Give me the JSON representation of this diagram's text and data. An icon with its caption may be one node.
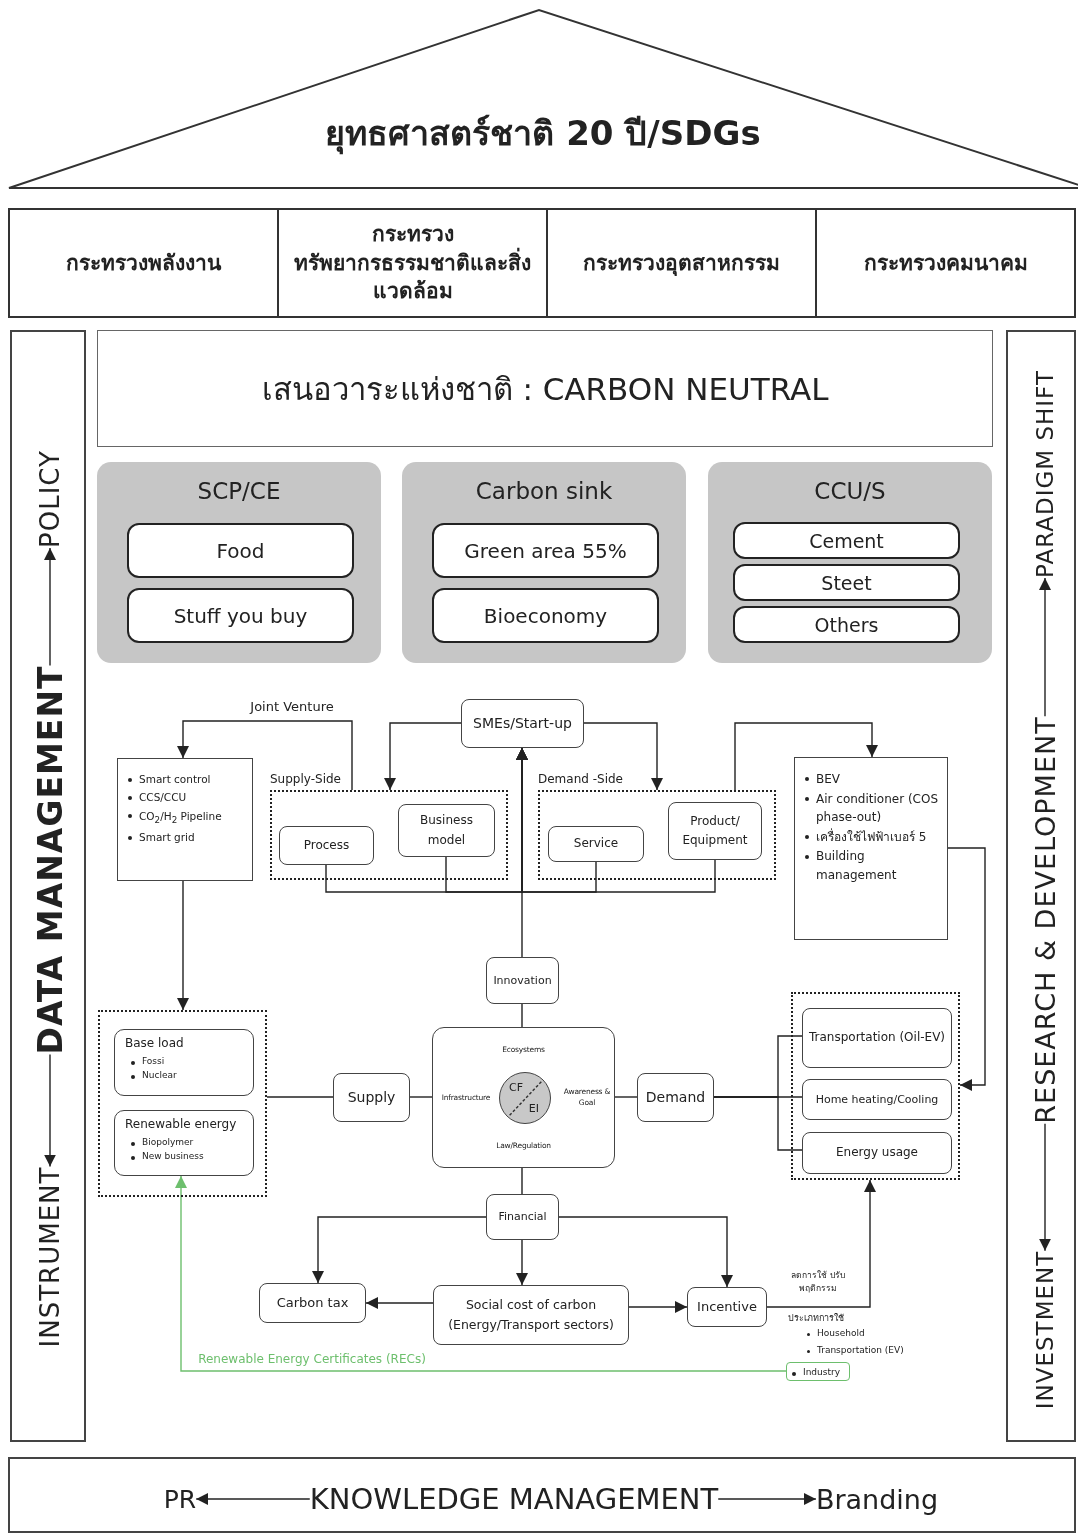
{
  "diagram": {
    "nodes": [
      {
        "text": [
          "ยุทธศาสตร์ชาติ 20 ปี/SDGs"
        ]
      },
      {
        "text": [
          "กระทรวงพลังงาน"
        ]
      },
      {
        "text": [
          "กระทรวงทรัพยากรธรรมชาติและสิ่งแวดล้อม"
        ]
      },
      {
        "text": [
          "กระทรวงอุตสาหกรรม"
        ]
      },
      {
        "text": [
          "กระทรวงคมนาคม"
        ]
      },
      {
        "text": [],
        "shape": "box"
      },
      {
        "text": [
          "POLICY"
        ],
        "in": 5
      },
      {
        "text": [
          "DATA MANAGEMENT"
        ],
        "in": 5
      },
      {
        "text": [
          "INSTRUMENT"
        ],
        "in": 5
      },
      {
        "text": [],
        "shape": "box"
      },
      {
        "text": [
          "PARADIGM SHIFT"
        ],
        "in": 9
      },
      {
        "text": [
          "RESEARCH & DEVELOPMENT"
        ],
        "in": 9
      },
      {
        "text": [
          "INVESTMENT"
        ],
        "in": 9
      },
      {
        "text": [
          "เสนอวาระแห่งชาติ : CARBON NEUTRAL"
        ]
      },
      {
        "text": [
          "SCP/CE"
        ]
      },
      {
        "text": [
          "Food"
        ],
        "in": 14
      },
      {
        "text": [
          "Stuff you buy"
        ],
        "in": 14
      },
      {
        "text": [
          "Carbon sink"
        ]
      },
      {
        "text": [
          "Green area 55%"
        ],
        "in": 17
      },
      {
        "text": [
          "Bioeconomy"
        ],
        "in": 17
      },
      {
        "text": [
          "CCU/S"
        ]
      },
      {
        "text": [
          "Cement"
        ],
        "in": 20
      },
      {
        "text": [
          "Steet"
        ],
        "in": 20
      },
      {
        "text": [
          "Others"
        ],
        "in": 20
      },
      {
        "text": [
          "SMEs/Start-up"
        ]
      },
      {
        "text": [
          "Smart control",
          "CCS/CCU",
          "CO$_{2}$/H$_{2}$ Pipeline",
          "Smart grid"
        ]
      },
      {
        "text": [
          "Supply-Side"
        ]
      },
      {
        "text": [
          "Process"
        ],
        "in": 26
      },
      {
        "text": [
          "Business model"
        ],
        "in": 26
      },
      {
        "text": [
          "Demand -Side"
        ]
      },
      {
        "text": [
          "Service"
        ],
        "in": 29
      },
      {
        "text": [
          "Product/ Equipment"
        ],
        "in": 29
      },
      {
        "text": [
          "BEV",
          "Air conditioner (COS phase-out)",
          "เครื่องใช้ไฟฟ้าเบอร์ 5",
          "Building management"
        ]
      },
      {
        "text": [
          "Innovation"
        ]
      },
      {
        "text": [],
        "shape": "box"
      },
      {
        "text": [
          "Base load",
          "Fossi",
          "Nuclear"
        ],
        "in": 34
      },
      {
        "text": [
          "Renewable energy",
          "Biopolymer",
          "New business"
        ],
        "in": 34
      },
      {
        "text": [
          "Supply"
        ]
      },
      {
        "text": [
          "Ecosystems",
          "Infrastructure",
          "Awareness & Goal",
          "Law/Regulation"
        ]
      },
      {
        "text": [
          "CF",
          "EI"
        ],
        "in": 38
      },
      {
        "text": [
          "Demand"
        ]
      },
      {
        "text": [],
        "shape": "box"
      },
      {
        "text": [
          "Transportation (Oil-EV)"
        ],
        "in": 41
      },
      {
        "text": [
          "Home heating/Cooling"
        ],
        "in": 41
      },
      {
        "text": [
          "Energy usage"
        ],
        "in": 41
      },
      {
        "text": [
          "Financial"
        ]
      },
      {
        "text": [
          "Carbon tax"
        ]
      },
      {
        "text": [
          "Social cost of carbon (Energy/Transport sectors)"
        ]
      },
      {
        "text": [
          "Incentive"
        ]
      },
      {
        "text": [
          "Industry"
        ]
      },
      {
        "text": [],
        "shape": "box"
      },
      {
        "text": [
          "PR"
        ],
        "in": 50
      },
      {
        "text": [
          "KNOWLEDGE MANAGEMENT"
        ],
        "in": 50
      },
      {
        "text": [
          "Branding"
        ],
        "in": 50
      }
    ],
    "edges": [
      {
        "from": 7,
        "to": 6,
        "arrow": "to"
      },
      {
        "from": 7,
        "to": 8,
        "arrow": "to"
      },
      {
        "from": 11,
        "to": 10,
        "arrow": "to"
      },
      {
        "from": 11,
        "to": 12,
        "arrow": "to"
      },
      {
        "from": 52,
        "to": 51,
        "arrow": "to"
      },
      {
        "from": 52,
        "to": 53,
        "arrow": "to"
      },
      {
        "from": 26,
        "to": 25,
        "arrow": "to",
        "label": "Joint Venture"
      },
      {
        "from": 24,
        "to": 26,
        "arrow": "to"
      },
      {
        "from": 24,
        "to": 29,
        "arrow": "to"
      },
      {
        "from": 29,
        "to": 32,
        "arrow": "to"
      },
      {
        "from": 27,
        "to": 24,
        "arrow": "to"
      },
      {
        "from": 28,
        "to": 24,
        "arrow": "to"
      },
      {
        "from": 30,
        "to": 24,
        "arrow": "to"
      },
      {
        "from": 31,
        "to": 24,
        "arrow": "to"
      },
      {
        "from": 33,
        "to": 24,
        "arrow": "to"
      },
      {
        "from": 25,
        "to": 34,
        "arrow": "to"
      },
      {
        "from": 32,
        "to": 41,
        "arrow": "to"
      },
      {
        "from": 33,
        "to": 38,
        "arrow": "none"
      },
      {
        "from": 34,
        "to": 37,
        "arrow": "none"
      },
      {
        "from": 37,
        "to": 38,
        "arrow": "none"
      },
      {
        "from": 38,
        "to": 40,
        "arrow": "none"
      },
      {
        "from": 40,
        "to": 42,
        "arrow": "none"
      },
      {
        "from": 40,
        "to": 43,
        "arrow": "none"
      },
      {
        "from": 40,
        "to": 44,
        "arrow": "none"
      },
      {
        "from": 38,
        "to": 45,
        "arrow": "none"
      },
      {
        "from": 45,
        "to": 46,
        "arrow": "to"
      },
      {
        "from": 45,
        "to": 47,
        "arrow": "to"
      },
      {
        "from": 45,
        "to": 48,
        "arrow": "to"
      },
      {
        "from": 47,
        "to": 46,
        "arrow": "to"
      },
      {
        "from": 47,
        "to": 48,
        "arrow": "to"
      },
      {
        "from": 48,
        "to": 41,
        "arrow": "to",
        "label": "ลดการใช้ ปรับพฤติกรรม"
      },
      {
        "from": 49,
        "to": 36,
        "arrow": "to",
        "label": "Renewable Energy Certificates (RECs)",
        "color": "#6dbf6d"
      }
    ],
    "labels": [
      "ประเภทการใช้",
      "Household",
      "Transportation (EV)"
    ]
  }
}
